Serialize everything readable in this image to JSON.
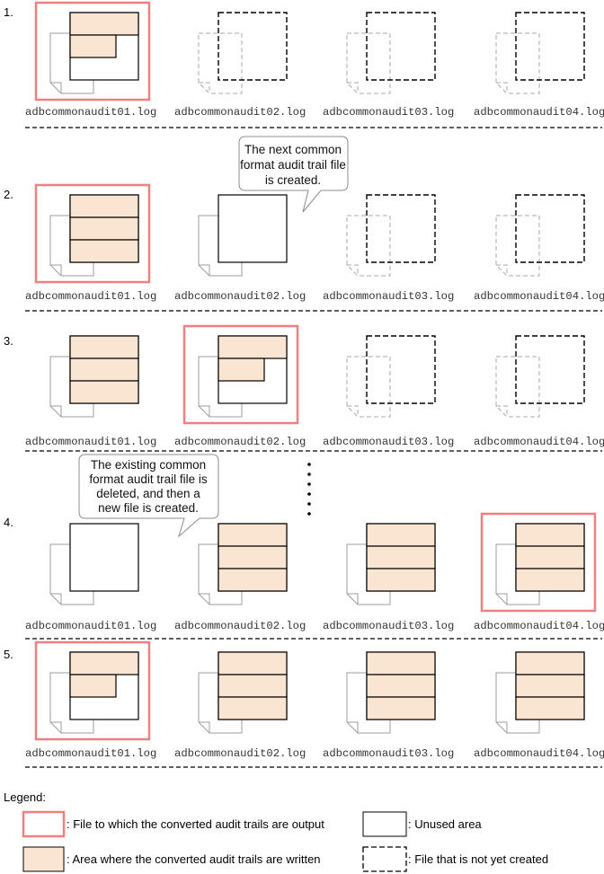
{
  "colors": {
    "output_highlight": "#f08080",
    "written_fill": "#fae5d3",
    "file_outline": "#000000",
    "back_page": "#9e9e9e",
    "separator": "#000000",
    "callout_border": "#8c8c8c"
  },
  "steps": [
    {
      "number": "1.",
      "files": [
        {
          "name": "adbcommonaudit01.log",
          "state": "partial",
          "output": true
        },
        {
          "name": "adbcommonaudit02.log",
          "state": "not_created",
          "output": false
        },
        {
          "name": "adbcommonaudit03.log",
          "state": "not_created",
          "output": false
        },
        {
          "name": "adbcommonaudit04.log",
          "state": "not_created",
          "output": false
        }
      ]
    },
    {
      "number": "2.",
      "callout": {
        "lines": [
          "The next common",
          "format audit trail file",
          "is created."
        ]
      },
      "files": [
        {
          "name": "adbcommonaudit01.log",
          "state": "full",
          "output": true
        },
        {
          "name": "adbcommonaudit02.log",
          "state": "empty",
          "output": false
        },
        {
          "name": "adbcommonaudit03.log",
          "state": "not_created",
          "output": false
        },
        {
          "name": "adbcommonaudit04.log",
          "state": "not_created",
          "output": false
        }
      ]
    },
    {
      "number": "3.",
      "files": [
        {
          "name": "adbcommonaudit01.log",
          "state": "full",
          "output": false
        },
        {
          "name": "adbcommonaudit02.log",
          "state": "partial",
          "output": true
        },
        {
          "name": "adbcommonaudit03.log",
          "state": "not_created",
          "output": false
        },
        {
          "name": "adbcommonaudit04.log",
          "state": "not_created",
          "output": false
        }
      ]
    },
    {
      "number": "4.",
      "callout": {
        "lines": [
          "The existing common",
          "format audit trail file is",
          "deleted, and then a",
          "new file is created."
        ]
      },
      "files": [
        {
          "name": "adbcommonaudit01.log",
          "state": "empty",
          "output": false
        },
        {
          "name": "adbcommonaudit02.log",
          "state": "full",
          "output": false
        },
        {
          "name": "adbcommonaudit03.log",
          "state": "full",
          "output": false
        },
        {
          "name": "adbcommonaudit04.log",
          "state": "full",
          "output": true
        }
      ]
    },
    {
      "number": "5.",
      "files": [
        {
          "name": "adbcommonaudit01.log",
          "state": "partial",
          "output": true
        },
        {
          "name": "adbcommonaudit02.log",
          "state": "full",
          "output": false
        },
        {
          "name": "adbcommonaudit03.log",
          "state": "full",
          "output": false
        },
        {
          "name": "adbcommonaudit04.log",
          "state": "full",
          "output": false
        }
      ]
    }
  ],
  "legend": {
    "title": "Legend:",
    "output_file": ": File to which the converted audit trails are output",
    "unused_area": ": Unused area",
    "written_area": ": Area where the converted audit trails are written",
    "not_created": ": File that is not yet created"
  }
}
